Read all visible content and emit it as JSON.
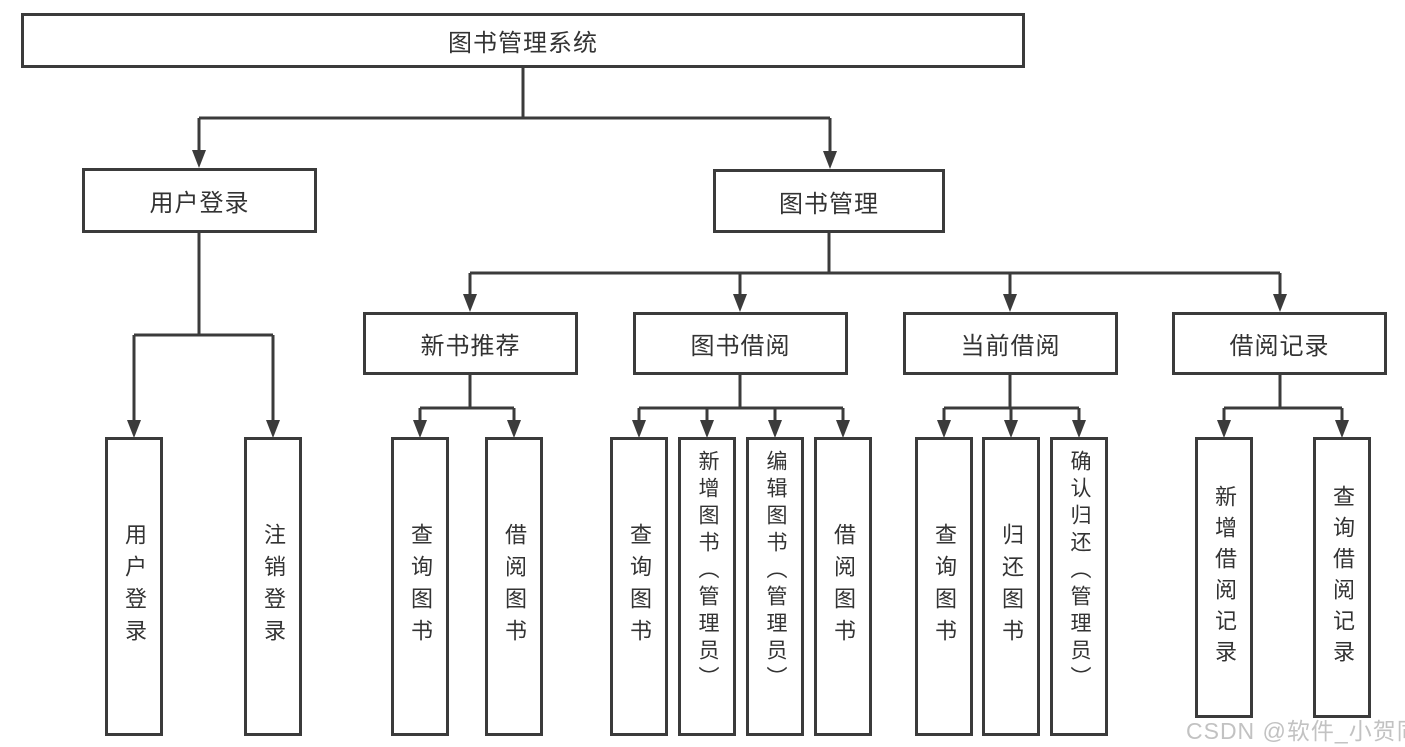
{
  "diagram": {
    "type": "tree",
    "root": {
      "label": "图书管理系统"
    },
    "login_branch": {
      "label": "用户登录",
      "children": [
        {
          "label": "用户登录"
        },
        {
          "label": "注销登录"
        }
      ]
    },
    "management_branch": {
      "label": "图书管理",
      "sections": [
        {
          "label": "新书推荐",
          "children": [
            {
              "label": "查询图书"
            },
            {
              "label": "借阅图书"
            }
          ]
        },
        {
          "label": "图书借阅",
          "children": [
            {
              "label": "查询图书"
            },
            {
              "label": "新增图书（管理员）"
            },
            {
              "label": "编辑图书（管理员）"
            },
            {
              "label": "借阅图书"
            }
          ]
        },
        {
          "label": "当前借阅",
          "children": [
            {
              "label": "查询图书"
            },
            {
              "label": "归还图书"
            },
            {
              "label": "确认归还（管理员）"
            }
          ]
        },
        {
          "label": "借阅记录",
          "children": [
            {
              "label": "新增借阅记录"
            },
            {
              "label": "查询借阅记录"
            }
          ]
        }
      ]
    }
  },
  "watermark": {
    "text": "CSDN @软件_小贺同学",
    "color": "#c2c2c2"
  },
  "colors": {
    "line": "#3b3b3b",
    "box_border": "#3b3b3b",
    "text": "#333333",
    "background": "#ffffff"
  }
}
